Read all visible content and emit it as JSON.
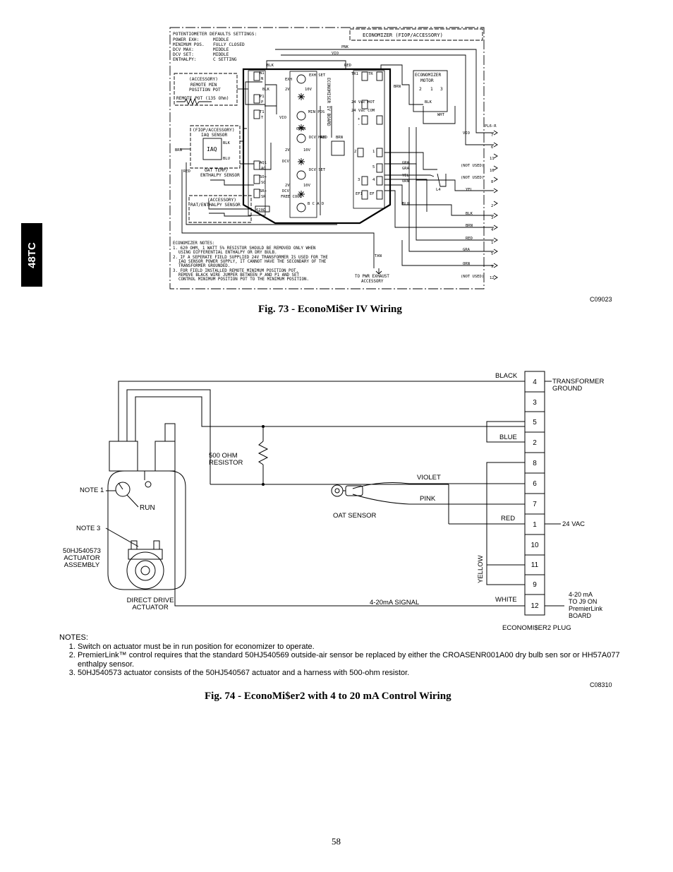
{
  "side_tab": "48TC",
  "page_number": "58",
  "fig73": {
    "caption": "Fig. 73 - EconoMi$er IV Wiring",
    "code": "C09023",
    "defaults_header": "POTENTIOMETER DEFAULTS SETTINGS:",
    "defaults_rows": [
      {
        "name": "POWER EXH:",
        "value": "MIDDLE"
      },
      {
        "name": "MINIMUM POS.",
        "value": "FULLY CLOSED"
      },
      {
        "name": "DCV MAX:",
        "value": "MIDDLE"
      },
      {
        "name": "DCV SET:",
        "value": "MIDDLE"
      },
      {
        "name": "ENTHALPY:",
        "value": "C SETTING"
      }
    ],
    "title": "ECONOMIZER (FIOP/ACCESSORY)",
    "remote_pot_box": [
      "(ACCESSORY)",
      "REMOTE MIN",
      "POSITION POT"
    ],
    "remote_pot_label": "REMOTE POT (135 Ohm)",
    "iaq_box": [
      "(FIOP/ACCESSORY)",
      "IAQ SENSOR"
    ],
    "iaq_label": "IAQ",
    "oat_label": [
      "OAT TEMP/",
      "ENTHALPY SENSOR"
    ],
    "rat_label": [
      "(ACCESSORY)",
      "RAT/ENTHALPY SENSOR"
    ],
    "motor_label": [
      "ECONOMIZER",
      "MOTOR"
    ],
    "motor_pins": [
      "2",
      "1",
      "3"
    ],
    "board_label": "ECONOMISER IV BOARD",
    "resistor_label": "620Ω",
    "terminal_left": [
      "N1",
      "N",
      "P1",
      "P",
      "T1",
      "T",
      "AQ1",
      "AQ",
      "SO+",
      "SO",
      "SR+",
      "SR"
    ],
    "terminal_right": [
      "TR1",
      "TR",
      "24 Vac HOT",
      "24 Vac COM",
      "+",
      "-",
      "2",
      "1",
      "5",
      "4",
      "3",
      "EF1",
      "EF"
    ],
    "controls": [
      {
        "left": "EXH",
        "right": "EXH SET"
      },
      {
        "left": "2V",
        "right": "10V"
      },
      {
        "left": "OPEN",
        "right": "MIN POS"
      },
      {
        "left": "2V",
        "right": "10V"
      },
      {
        "left": "DCV",
        "right": "DCV MAX"
      },
      {
        "left": "2V",
        "right": "10V"
      },
      {
        "left": "DCV",
        "right": "DCV SET"
      },
      {
        "left": "2V",
        "right": "10V"
      },
      {
        "left": "FREE COOL",
        "right": ""
      },
      {
        "left": "",
        "right": "B  C  A  D"
      }
    ],
    "wire_labels": [
      "PNK",
      "VIO",
      "BLK",
      "RED",
      "BRN",
      "BLK",
      "WHT",
      "BLU",
      "GRA",
      "GRA",
      "YEL",
      "ORN",
      "BLK",
      "BRN",
      "RED",
      "VIO",
      "TAN",
      "RED",
      "BRN",
      "BLK",
      "BLU"
    ],
    "plug_label": "PL6-R",
    "plug_pins": [
      {
        "pin": "7",
        "label": ""
      },
      {
        "pin": "6",
        "label": "VIO"
      },
      {
        "pin": "11",
        "label": "(NOT USED)"
      },
      {
        "pin": "10",
        "label": "(NOT USED)"
      },
      {
        "pin": "8",
        "label": "YEL"
      },
      {
        "pin": "2",
        "label": ""
      },
      {
        "pin": "3",
        "label": "BLK"
      },
      {
        "pin": "4",
        "label": "BRN"
      },
      {
        "pin": "1",
        "label": "RED"
      },
      {
        "pin": "5",
        "label": "GRA"
      },
      {
        "pin": "9",
        "label": "ORN"
      },
      {
        "pin": "12",
        "label": "(NOT USED)"
      }
    ],
    "l4_label": "L4",
    "notes_header": "ECONOMIZER NOTES:",
    "notes_lines": [
      "1. 620 OHM, 1 WATT 5% RESISTOR SHOULD BE REMOVED ONLY WHEN",
      "USING DIFFERENTIAL ENTHALPY OR DRY BULB.",
      "2. IF A SEPERATE FIELD SUPPLIED 24V TRANSFORMER IS USED FOR THE",
      "IAQ SENSOR POWER SUPPLY, IT CANNOT HAVE THE SECONDARY OF THE",
      "TRANSFORMER GROUNDED.",
      "3. FOR FIELD INSTALLED REMOTE MINIMUM POSITION POT,",
      "REMOVE BLACK WIRE JUMPER BETWEEN P AND P1 AND SET",
      "CONTROL MINIMUM POSITION POT TO THE MINIMUM POSITION."
    ],
    "exhaust_label": [
      "TO PWR EXHAUST",
      "ACCESSORY"
    ]
  },
  "fig74": {
    "caption": "Fig. 74 - EconoMi$er2 with 4 to 20 mA Control Wiring",
    "code": "C08310",
    "plug_label": "ECONOMI$ER2 PLUG",
    "pins": [
      "4",
      "3",
      "5",
      "2",
      "8",
      "6",
      "7",
      "1",
      "10",
      "11",
      "9",
      "12"
    ],
    "wire_labels": {
      "black": "BLACK",
      "blue": "BLUE",
      "violet": "VIOLET",
      "pink": "PINK",
      "red": "RED",
      "yellow": "YELLOW",
      "white": "WHITE",
      "signal": "4-20mA SIGNAL"
    },
    "right_labels": {
      "transformer": [
        "TRANSFORMER",
        "GROUND"
      ],
      "vac": "24 VAC",
      "ma": [
        "4-20 mA",
        "TO J9 ON",
        "PremierLink",
        "BOARD"
      ]
    },
    "resistor_label": [
      "500 OHM",
      "RESISTOR"
    ],
    "oat_sensor": "OAT SENSOR",
    "note1": "NOTE 1",
    "note3": "NOTE 3",
    "run": "RUN",
    "actuator_assembly": [
      "50HJ540573",
      "ACTUATOR",
      "ASSEMBLY"
    ],
    "direct_drive": [
      "DIRECT DRIVE",
      "ACTUATOR"
    ]
  },
  "notes": {
    "header": "NOTES:",
    "items": [
      "Switch on actuator must be in run position for economizer to operate.",
      "PremierLink™ control requires that the standard 50HJ540569 outside-air sensor be replaced by either the CROASENR001A00 dry bulb sen sor or HH57A077 enthalpy sensor.",
      "50HJ540573 actuator consists of the 50HJ540567 actuator and a harness with 500-ohm resistor."
    ]
  }
}
